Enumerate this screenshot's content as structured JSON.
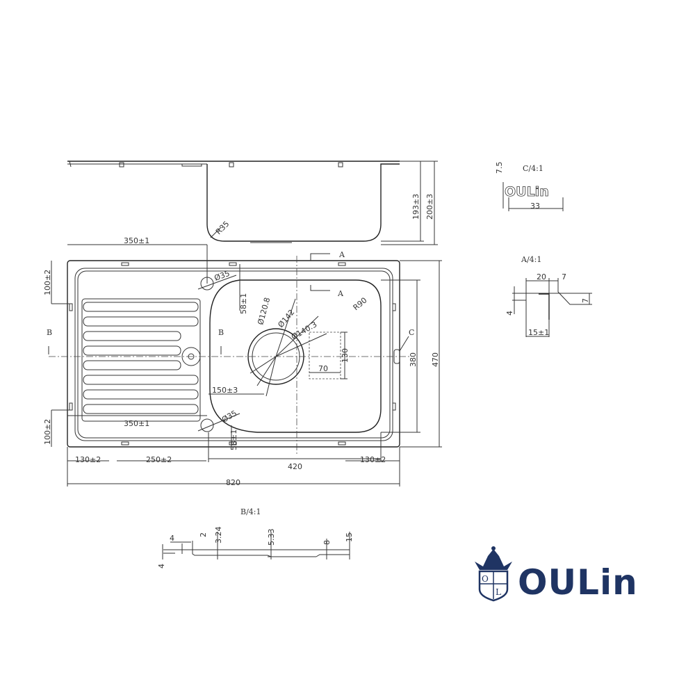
{
  "drawing": {
    "side_view": {
      "radius": "R35",
      "depth_inner": "193±3",
      "depth_outer": "200±3"
    },
    "plan_view": {
      "dim_350_top": "350±1",
      "dim_350_bottom": "350±1",
      "dim_100_top": "100±2",
      "dim_100_bottom": "100±2",
      "hole_top": "Ø35",
      "hole_bottom": "Ø35",
      "dim_58_top": "58±1",
      "dim_58_bottom": "58±1",
      "drain_d1": "Ø120.8",
      "drain_d2": "Ø142",
      "drain_d3": "Ø140.3",
      "radius_bowl": "R90",
      "dim_130_v": "130",
      "dim_70": "70",
      "dim_150": "150±3",
      "dim_380": "380",
      "dim_470": "470",
      "dim_420": "420",
      "dim_130_left": "130±2",
      "dim_250": "250±2",
      "dim_130_right": "130±2",
      "dim_820": "820",
      "section_a": "A",
      "section_b": "B",
      "section_c": "C"
    },
    "detail_c": {
      "title": "C/4:1",
      "emboss_text": "OULin",
      "height": "7.5",
      "width": "33"
    },
    "detail_a": {
      "title": "A/4:1",
      "dim_20": "20",
      "dim_7_top": "7",
      "dim_7_side": "7",
      "dim_4": "4",
      "dim_15": "15±1"
    },
    "detail_b": {
      "title": "B/4:1",
      "dim_4_h": "4",
      "dim_2": "2",
      "dim_4_v": "4",
      "dim_324": "3.24",
      "dim_533": "5.33",
      "dim_8": "8",
      "dim_15": "15"
    }
  },
  "brand": {
    "name": "OULin",
    "shield_letters": [
      "O",
      "L"
    ],
    "color": "#1f3463"
  }
}
